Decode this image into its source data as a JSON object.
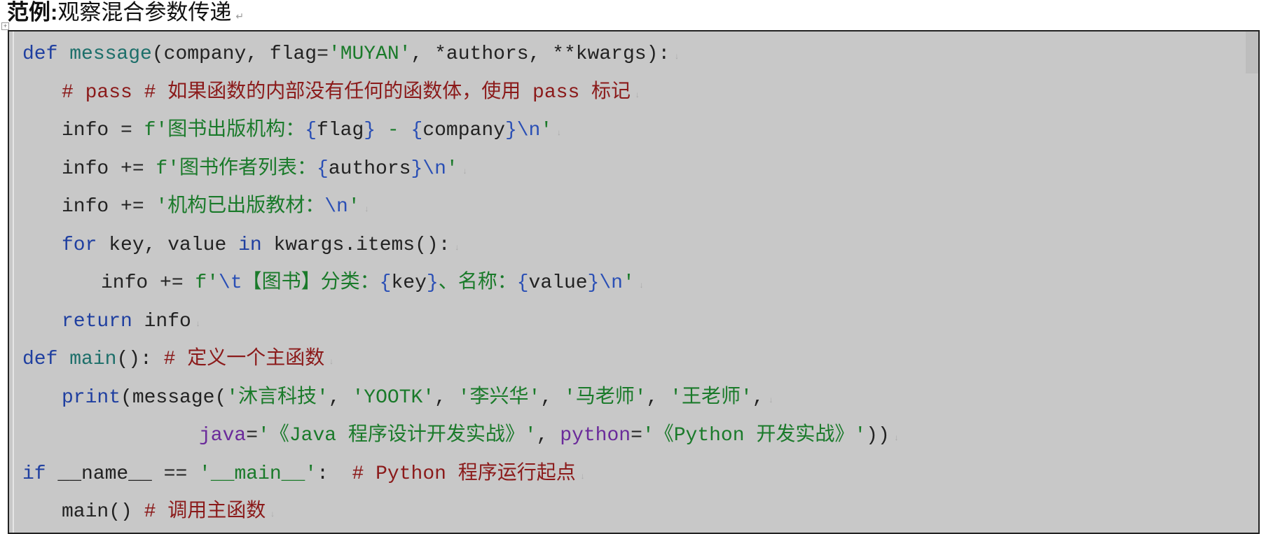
{
  "heading": {
    "label": "范例:",
    "text": "观察混合参数传递",
    "mark": "↵"
  },
  "code": {
    "lines": [
      {
        "indent": 0,
        "tokens": [
          {
            "t": "def ",
            "c": "kw"
          },
          {
            "t": "message",
            "c": "fn"
          },
          {
            "t": "(company, flag=",
            "c": ""
          },
          {
            "t": "'MUYAN'",
            "c": "str"
          },
          {
            "t": ", *authors, **kwargs):",
            "c": ""
          }
        ]
      },
      {
        "indent": 1,
        "tokens": [
          {
            "t": "# pass # 如果函数的内部没有任何的函数体，使用 pass 标记",
            "c": "cm"
          }
        ]
      },
      {
        "indent": 1,
        "tokens": [
          {
            "t": "info = ",
            "c": ""
          },
          {
            "t": "f'图书出版机构：",
            "c": "str"
          },
          {
            "t": "{",
            "c": "br"
          },
          {
            "t": "flag",
            "c": ""
          },
          {
            "t": "}",
            "c": "br"
          },
          {
            "t": " - ",
            "c": "str"
          },
          {
            "t": "{",
            "c": "br"
          },
          {
            "t": "company",
            "c": ""
          },
          {
            "t": "}\\n",
            "c": "br"
          },
          {
            "t": "'",
            "c": "str"
          }
        ]
      },
      {
        "indent": 1,
        "tokens": [
          {
            "t": "info += ",
            "c": ""
          },
          {
            "t": "f'图书作者列表：",
            "c": "str"
          },
          {
            "t": "{",
            "c": "br"
          },
          {
            "t": "authors",
            "c": ""
          },
          {
            "t": "}\\n",
            "c": "br"
          },
          {
            "t": "'",
            "c": "str"
          }
        ]
      },
      {
        "indent": 1,
        "tokens": [
          {
            "t": "info += ",
            "c": ""
          },
          {
            "t": "'机构已出版教材：",
            "c": "str"
          },
          {
            "t": "\\n",
            "c": "br"
          },
          {
            "t": "'",
            "c": "str"
          }
        ]
      },
      {
        "indent": 1,
        "tokens": [
          {
            "t": "for",
            "c": "kw"
          },
          {
            "t": " key, value ",
            "c": ""
          },
          {
            "t": "in",
            "c": "kw"
          },
          {
            "t": " kwargs.items():",
            "c": ""
          }
        ]
      },
      {
        "indent": 2,
        "tokens": [
          {
            "t": "info += ",
            "c": ""
          },
          {
            "t": "f'",
            "c": "str"
          },
          {
            "t": "\\t",
            "c": "br"
          },
          {
            "t": "【图书】分类：",
            "c": "str"
          },
          {
            "t": "{",
            "c": "br"
          },
          {
            "t": "key",
            "c": ""
          },
          {
            "t": "}",
            "c": "br"
          },
          {
            "t": "、名称：",
            "c": "str"
          },
          {
            "t": "{",
            "c": "br"
          },
          {
            "t": "value",
            "c": ""
          },
          {
            "t": "}\\n",
            "c": "br"
          },
          {
            "t": "'",
            "c": "str"
          }
        ]
      },
      {
        "indent": 1,
        "tokens": [
          {
            "t": "return",
            "c": "kw"
          },
          {
            "t": " info",
            "c": ""
          }
        ]
      },
      {
        "indent": 0,
        "tokens": [
          {
            "t": "def ",
            "c": "kw"
          },
          {
            "t": "main",
            "c": "fn"
          },
          {
            "t": "(): ",
            "c": ""
          },
          {
            "t": "# 定义一个主函数",
            "c": "cm"
          }
        ]
      },
      {
        "indent": 1,
        "tokens": [
          {
            "t": "print",
            "c": "kw"
          },
          {
            "t": "(message(",
            "c": ""
          },
          {
            "t": "'沐言科技'",
            "c": "str"
          },
          {
            "t": ", ",
            "c": ""
          },
          {
            "t": "'YOOTK'",
            "c": "str"
          },
          {
            "t": ", ",
            "c": ""
          },
          {
            "t": "'李兴华'",
            "c": "str"
          },
          {
            "t": ", ",
            "c": ""
          },
          {
            "t": "'马老师'",
            "c": "str"
          },
          {
            "t": ", ",
            "c": ""
          },
          {
            "t": "'王老师'",
            "c": "str"
          },
          {
            "t": ",",
            "c": ""
          }
        ]
      },
      {
        "indent": 4.5,
        "tokens": [
          {
            "t": "java",
            "c": "pu"
          },
          {
            "t": "=",
            "c": ""
          },
          {
            "t": "'《Java 程序设计开发实战》'",
            "c": "str"
          },
          {
            "t": ", ",
            "c": ""
          },
          {
            "t": "python",
            "c": "pu"
          },
          {
            "t": "=",
            "c": ""
          },
          {
            "t": "'《Python 开发实战》'",
            "c": "str"
          },
          {
            "t": "))",
            "c": ""
          }
        ]
      },
      {
        "indent": 0,
        "tokens": [
          {
            "t": "if",
            "c": "kw"
          },
          {
            "t": " __name__ == ",
            "c": ""
          },
          {
            "t": "'__main__'",
            "c": "str"
          },
          {
            "t": ":  ",
            "c": ""
          },
          {
            "t": "# Python 程序运行起点",
            "c": "cm"
          }
        ]
      },
      {
        "indent": 1,
        "tokens": [
          {
            "t": "main() ",
            "c": ""
          },
          {
            "t": "# 调用主函数",
            "c": "cm"
          }
        ]
      }
    ],
    "line_end_mark": "↓"
  }
}
